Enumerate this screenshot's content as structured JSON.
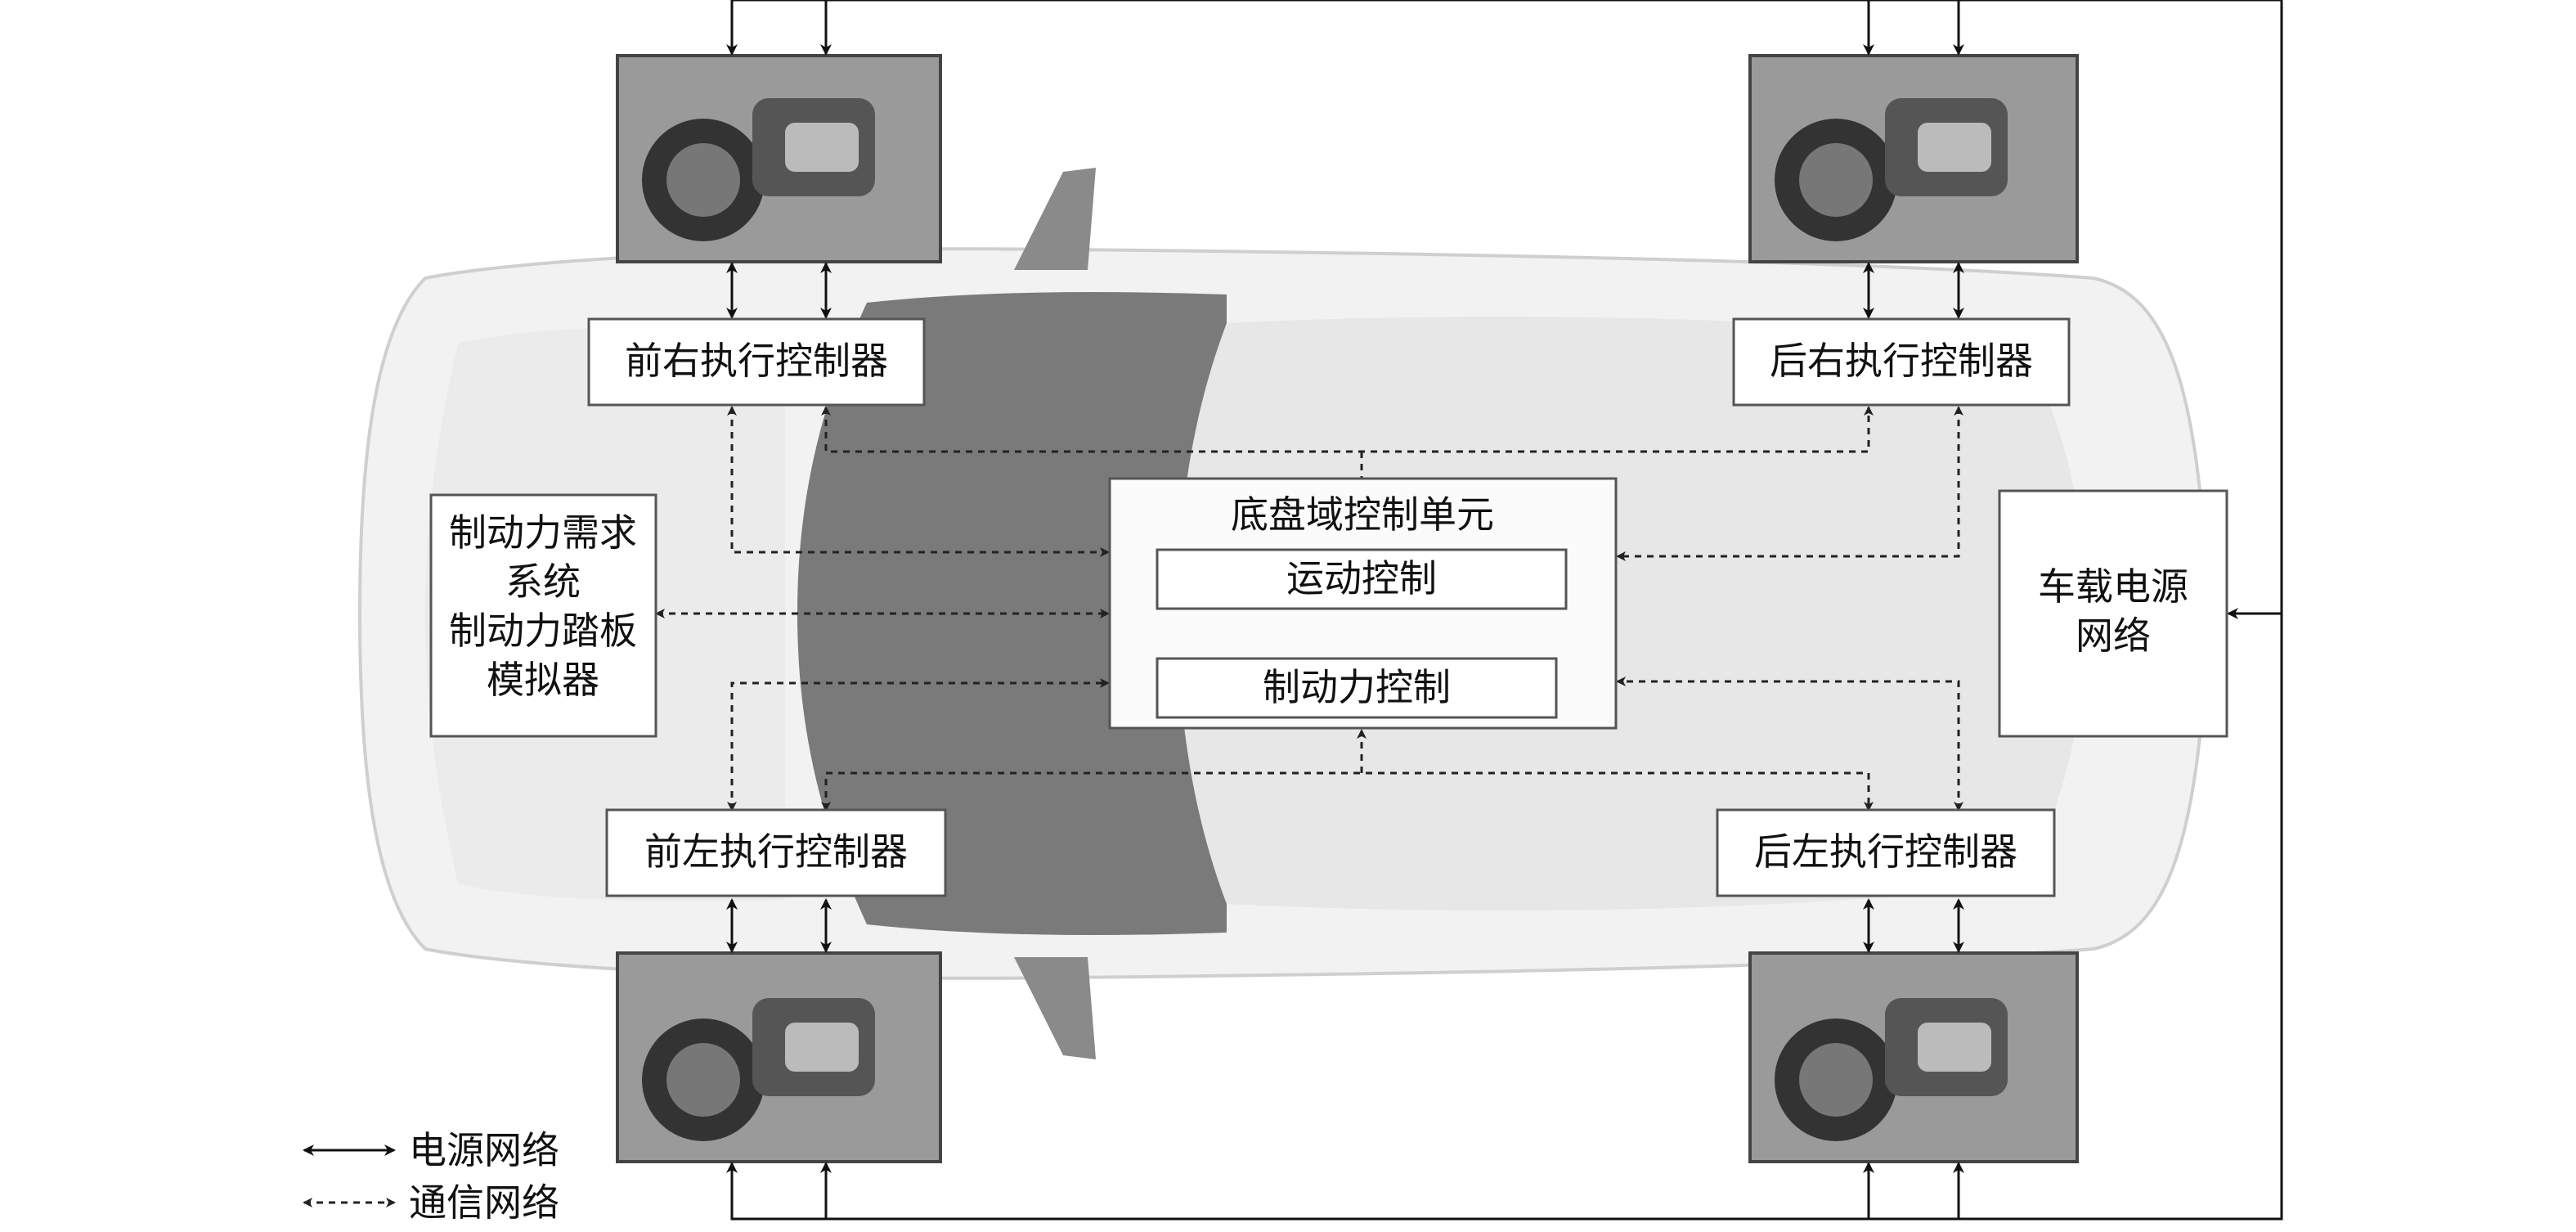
{
  "central_unit": {
    "title": "底盘域控制单元",
    "motion_control": "运动控制",
    "braking_control": "制动力控制"
  },
  "controllers": {
    "front_right": "前右执行控制器",
    "rear_right": "后右执行控制器",
    "front_left": "前左执行控制器",
    "rear_left": "后左执行控制器"
  },
  "demand_system": {
    "line1": "制动力需求",
    "line2": "系统",
    "line3": "制动力踏板",
    "line4": "模拟器"
  },
  "power_network": {
    "line1": "车载电源",
    "line2": "网络"
  },
  "legend": {
    "power": "电源网络",
    "communication": "通信网络"
  },
  "colors": {
    "car_body": "#f2f2f2",
    "roof_glass": "#7a7a7a",
    "actuator_photo": "#9a9a9a",
    "line": "#111111"
  }
}
